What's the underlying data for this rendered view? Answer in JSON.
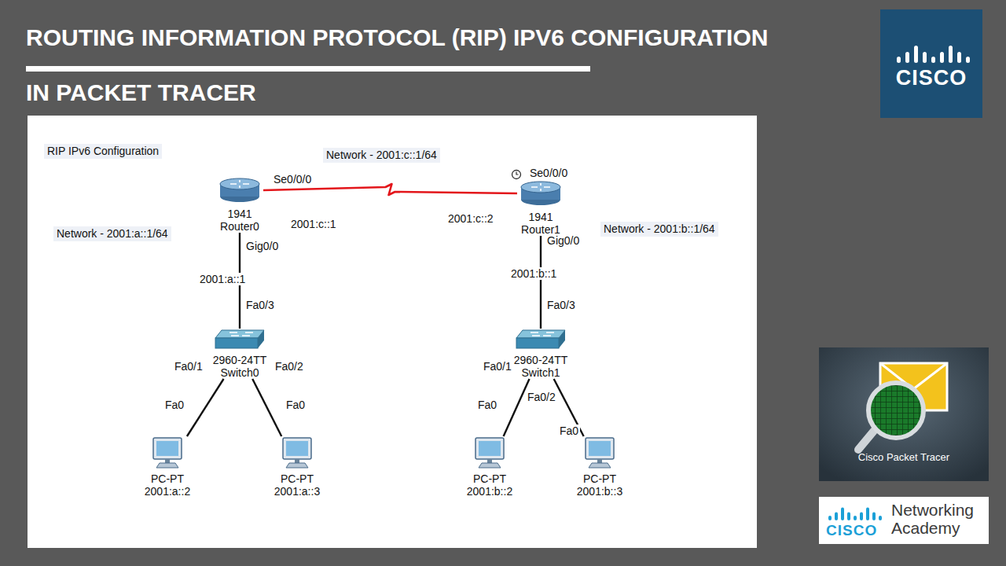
{
  "diagram": {
    "title": "ROUTING INFORMATION PROTOCOL (RIP) IPV6 CONFIGURATION",
    "nodes": [
      {
        "text": [
          "1941",
          "Router0"
        ]
      },
      {
        "text": [
          "1941",
          "Router1"
        ]
      },
      {
        "text": [
          "2960-24TT",
          "Switch0"
        ]
      },
      {
        "text": [
          "2960-24TT",
          "Switch1"
        ]
      },
      {
        "text": [
          "PC-PT",
          "2001:a::2"
        ]
      },
      {
        "text": [
          "PC-PT",
          "2001:a::3"
        ]
      },
      {
        "text": [
          "PC-PT",
          "2001:b::2"
        ]
      },
      {
        "text": [
          "PC-PT",
          "2001:b::3"
        ]
      }
    ],
    "edges": [
      {
        "from": 0,
        "to": 1,
        "arrow": "none"
      },
      {
        "from": 0,
        "to": 2,
        "arrow": "none"
      },
      {
        "from": 2,
        "to": 4,
        "arrow": "none"
      },
      {
        "from": 2,
        "to": 5,
        "arrow": "none"
      },
      {
        "from": 1,
        "to": 3,
        "arrow": "none"
      },
      {
        "from": 3,
        "to": 6,
        "arrow": "none"
      },
      {
        "from": 3,
        "to": 7,
        "arrow": "none"
      }
    ],
    "labels": [
      "IN PACKET TRACER",
      "RIP IPv6 Configuration",
      "Network - 2001:c::1/64",
      "Se0/0/0",
      "2001:c::1",
      "Se0/0/0",
      "2001:c::2",
      "Network - 2001:a::1/64",
      "Gig0/0",
      "Network - 2001:b::1/64",
      "Gig0/0",
      "2001:a::1",
      "2001:b::1",
      "Fa0/3",
      "Fa0/3",
      "Fa0/1",
      "Fa0/2",
      "Fa0/1",
      "Fa0/2",
      "Fa0",
      "Fa0",
      "Fa0",
      "Fa0",
      "CISCO",
      "Cisco Packet Tracer",
      "CISCO",
      "Networking Academy"
    ]
  }
}
